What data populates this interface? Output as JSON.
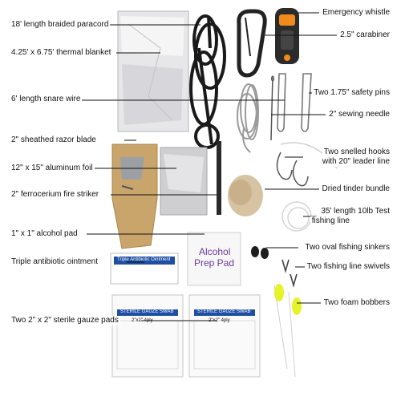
{
  "labels": {
    "paracord": "18' length braided paracord",
    "blanket": "4.25' x 6.75' thermal blanket",
    "snare": "6' length snare wire",
    "razor": "2\" sheathed razor blade",
    "foil": "12\" x 15\" aluminum foil",
    "ferro": "2\" ferrocerium fire striker",
    "alcohol_pad": "1\" x 1\" alcohol pad",
    "ointment": "Triple antibiotic ointment",
    "gauze": "Two 2\" x 2\" sterile gauze pads",
    "whistle": "Emergency whistle",
    "carabiner": "2.5\" carabiner",
    "safety_pins": "Two 1.75\" safety pins",
    "needle": "2\" sewing needle",
    "hooks_l1": "Two snelled hooks",
    "hooks_l2": "with 20\" leader line",
    "tinder": "Dried tinder bundle",
    "line_l1": "35' length 10lb Test",
    "line_l2": "fishing line",
    "sinkers": "Two oval fishing sinkers",
    "swivels": "Two fishing line swivels",
    "bobbers": "Two foam bobbers"
  },
  "packet_text": {
    "prep_pad_1": "Alcohol",
    "prep_pad_2": "Prep Pad",
    "ointment_pack": "Triple Antibiotic Ointment",
    "gauze_header": "STERILE GAUZE SWAB",
    "gauze_size": "2\"x2\" 4ply"
  },
  "colors": {
    "line": "#111111",
    "paracord": "#1a1a1a",
    "razor_sheath": "#c9a56b",
    "bobber": "#e6f22a",
    "whistle_body": "#2b2b2b",
    "whistle_accent": "#f08a1c",
    "prep_pad_text": "#6b3a9c",
    "ointment_blue": "#1f4fa3"
  }
}
